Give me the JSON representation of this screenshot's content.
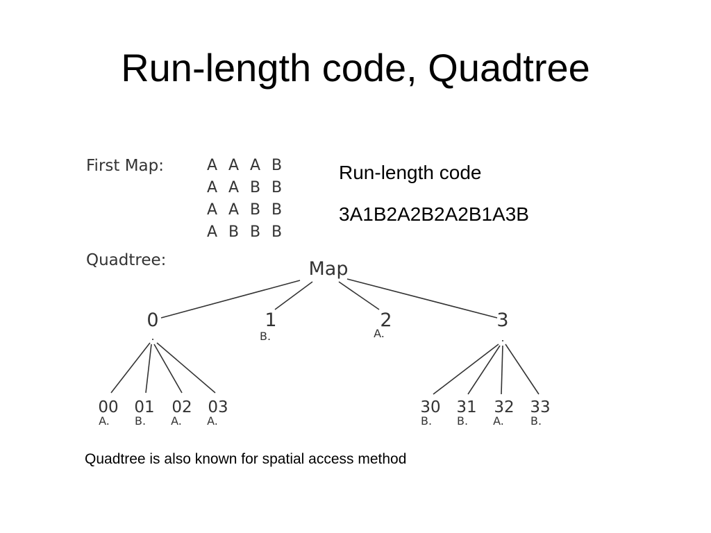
{
  "title": "Run-length code, Quadtree",
  "first_map": {
    "label": "First Map:",
    "rows": [
      [
        "A",
        "A",
        "A",
        "B"
      ],
      [
        "A",
        "A",
        "B",
        "B"
      ],
      [
        "A",
        "A",
        "B",
        "B"
      ],
      [
        "A",
        "B",
        "B",
        "B"
      ]
    ]
  },
  "run_length": {
    "heading": "Run-length code",
    "code": "3A1B2A2B2A2B1A3B"
  },
  "quadtree": {
    "label": "Quadtree:",
    "root": "Map",
    "nodes": [
      {
        "id": "0",
        "value": ".",
        "children": [
          {
            "id": "00",
            "value": "A."
          },
          {
            "id": "01",
            "value": "B."
          },
          {
            "id": "02",
            "value": "A."
          },
          {
            "id": "03",
            "value": "A."
          }
        ]
      },
      {
        "id": "1",
        "value": "B.",
        "children": []
      },
      {
        "id": "2",
        "value": "A.",
        "children": []
      },
      {
        "id": "3",
        "value": ".",
        "children": [
          {
            "id": "30",
            "value": "B."
          },
          {
            "id": "31",
            "value": "B."
          },
          {
            "id": "32",
            "value": "A."
          },
          {
            "id": "33",
            "value": "B."
          }
        ]
      }
    ]
  },
  "caption": "Quadtree is also known for spatial access method"
}
